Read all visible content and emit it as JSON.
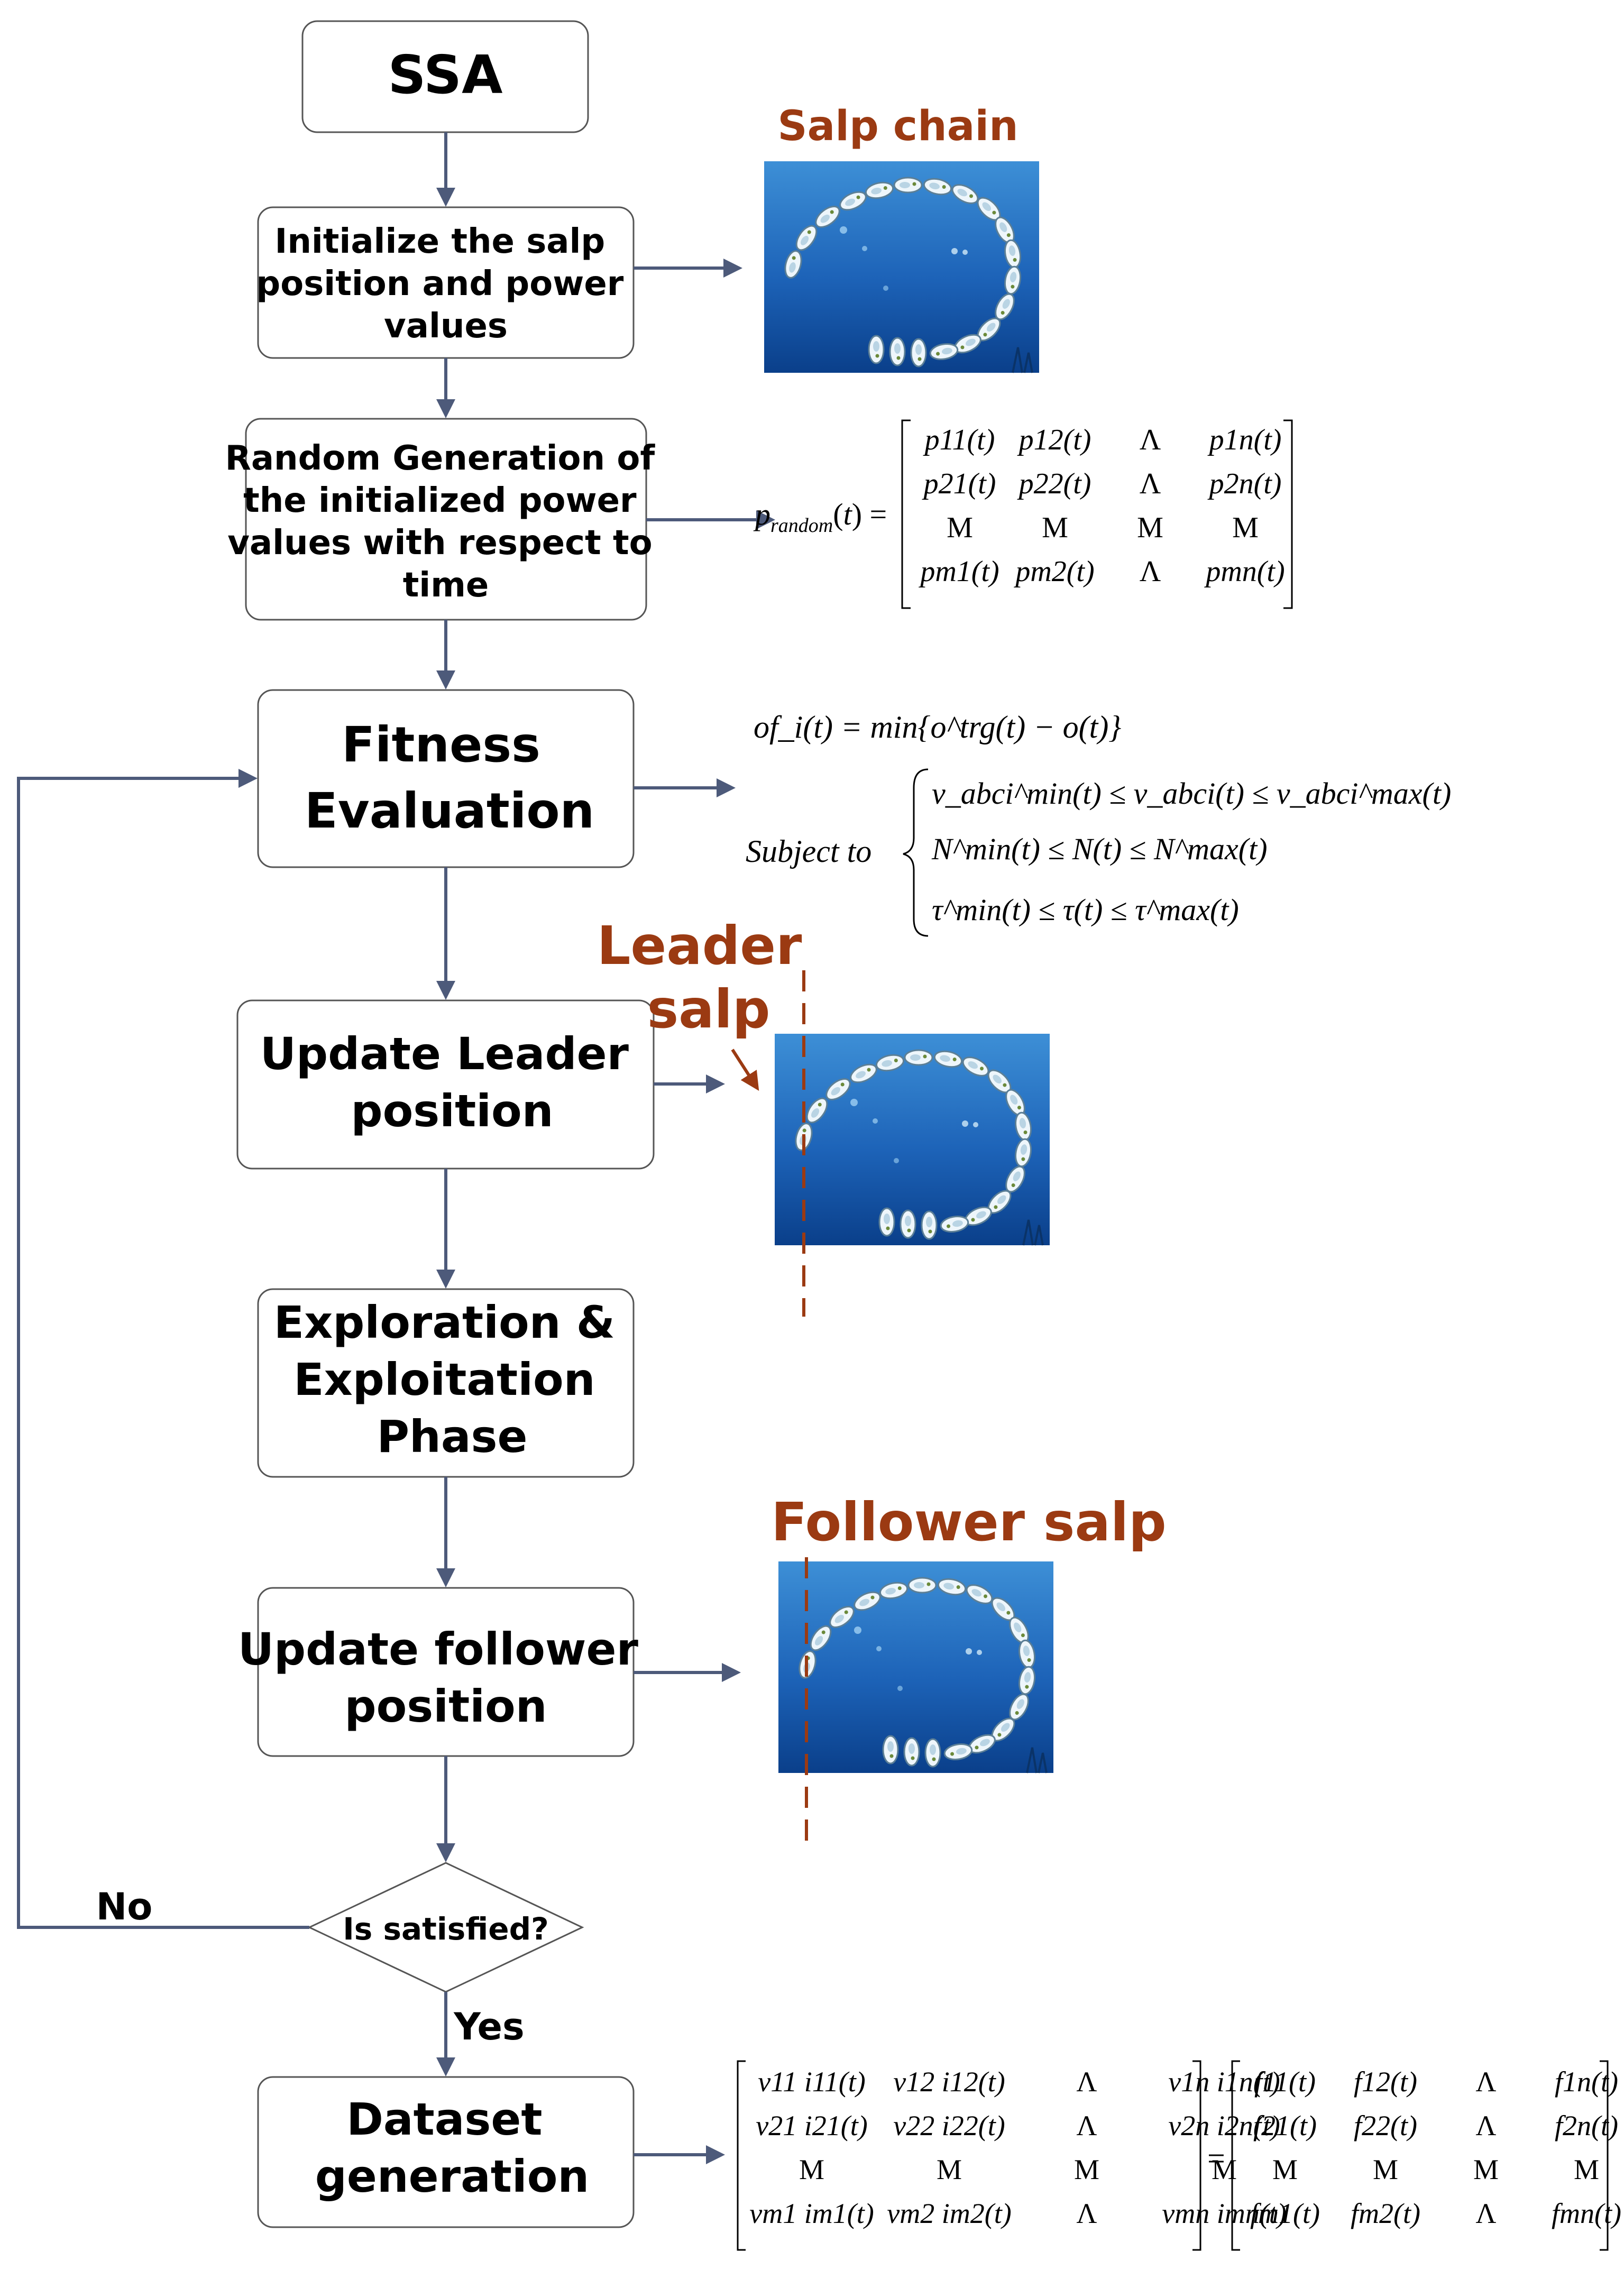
{
  "flow": {
    "start": "SSA",
    "step_init": [
      "Initialize the salp",
      "position and power",
      "values"
    ],
    "step_random": [
      "Random Generation of",
      "the initialized power",
      "values with respect to",
      "time"
    ],
    "step_fitness": [
      "Fitness",
      "Evaluation"
    ],
    "step_leader": [
      "Update Leader",
      "position"
    ],
    "step_explore": [
      "Exploration &",
      "Exploitation",
      "Phase"
    ],
    "step_follower": [
      "Update follower",
      "position"
    ],
    "decision": "Is satisfied?",
    "no_label": "No",
    "yes_label": "Yes",
    "step_dataset": [
      "Dataset",
      "generation"
    ]
  },
  "images": {
    "salp_chain_label": "Salp chain",
    "leader_label": [
      "Leader",
      "salp"
    ],
    "follower_label": "Follower salp"
  },
  "equations": {
    "p_random_lhs": "p",
    "p_random_sub": "random",
    "p_matrix": [
      [
        "p11(t)",
        "p12(t)",
        "Λ",
        "p1n(t)"
      ],
      [
        "p21(t)",
        "p22(t)",
        "Λ",
        "p2n(t)"
      ],
      [
        "M",
        "M",
        "M",
        "M"
      ],
      [
        "pm1(t)",
        "pm2(t)",
        "Λ",
        "pmn(t)"
      ]
    ],
    "objective": "of_i(t) = min{o^trg(t) − o(t)}",
    "subject_to": "Subject  to",
    "constraints": [
      "v_abci^min(t) ≤ v_abci(t) ≤ v_abci^max(t)",
      "N^min(t) ≤ N(t) ≤ N^max(t)",
      "τ^min(t) ≤ τ(t) ≤ τ^max(t)"
    ],
    "vi_matrix": [
      [
        "v11 i11(t)",
        "v12 i12(t)",
        "Λ",
        "v1n i1n(t)"
      ],
      [
        "v21 i21(t)",
        "v22 i22(t)",
        "Λ",
        "v2n i2n(t)"
      ],
      [
        "M",
        "M",
        "M",
        "M"
      ],
      [
        "vm1 im1(t)",
        "vm2 im2(t)",
        "Λ",
        "vmn imn(t)"
      ]
    ],
    "f_matrix": [
      [
        "f11(t)",
        "f12(t)",
        "Λ",
        "f1n(t)"
      ],
      [
        "f21(t)",
        "f22(t)",
        "Λ",
        "f2n(t)"
      ],
      [
        "M",
        "M",
        "M",
        "M"
      ],
      [
        "fm1(t)",
        "fm2(t)",
        "Λ",
        "fmn(t)"
      ]
    ]
  },
  "colors": {
    "arrow": "#4d5a7a",
    "accent": "#9b3a12",
    "sea_top": "#3d8fd6",
    "sea_bottom": "#0a3f8a"
  }
}
